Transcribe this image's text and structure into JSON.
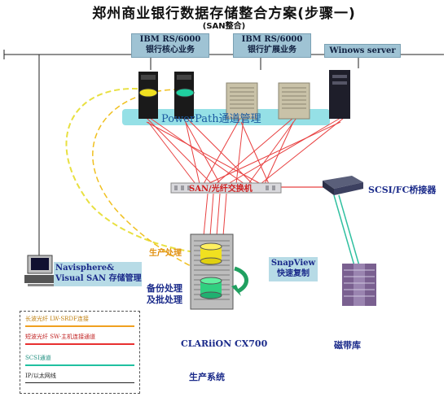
{
  "title": "郑州商业银行数据存储整合方案(步骤一)",
  "subtitle": "(SAN整合)",
  "servers": {
    "ibm_core": "IBM RS/6000\n银行核心业务",
    "ibm_ext": "IBM RS/6000\n银行扩展业务",
    "windows": "Winows server"
  },
  "powerpath": "PowerPath通道管理",
  "san_switch": "SAN/光纤交换机",
  "bridge": "SCSI/FC桥接器",
  "navisphere": "Navisphere&\nVisual SAN 存储管理",
  "production_label": "生产处理",
  "backup_label": "备份处理\n及批处理",
  "snapview": "SnapView\n快速复制",
  "storage_name": "CLARiiON CX700",
  "tape_name": "磁带库",
  "system_name": "生产系统",
  "legend": [
    {
      "label": "长波光纤 LW-SRDF连接",
      "color": "#f0a020"
    },
    {
      "label": "短波光纤 SW-主机连接通道",
      "color": "#e83030"
    },
    {
      "label": "SCSI通道",
      "color": "#20c0a0"
    },
    {
      "label": "IP/以太网线",
      "color": "#222222"
    }
  ],
  "colors": {
    "fiber_red": "#e84040",
    "scsi_teal": "#30c0a0",
    "lw_yellow": "#e8e040",
    "server_box": "#9fc3d4",
    "powerpath_band": "#7ad8e0",
    "label_blue": "#1a2a8a"
  }
}
